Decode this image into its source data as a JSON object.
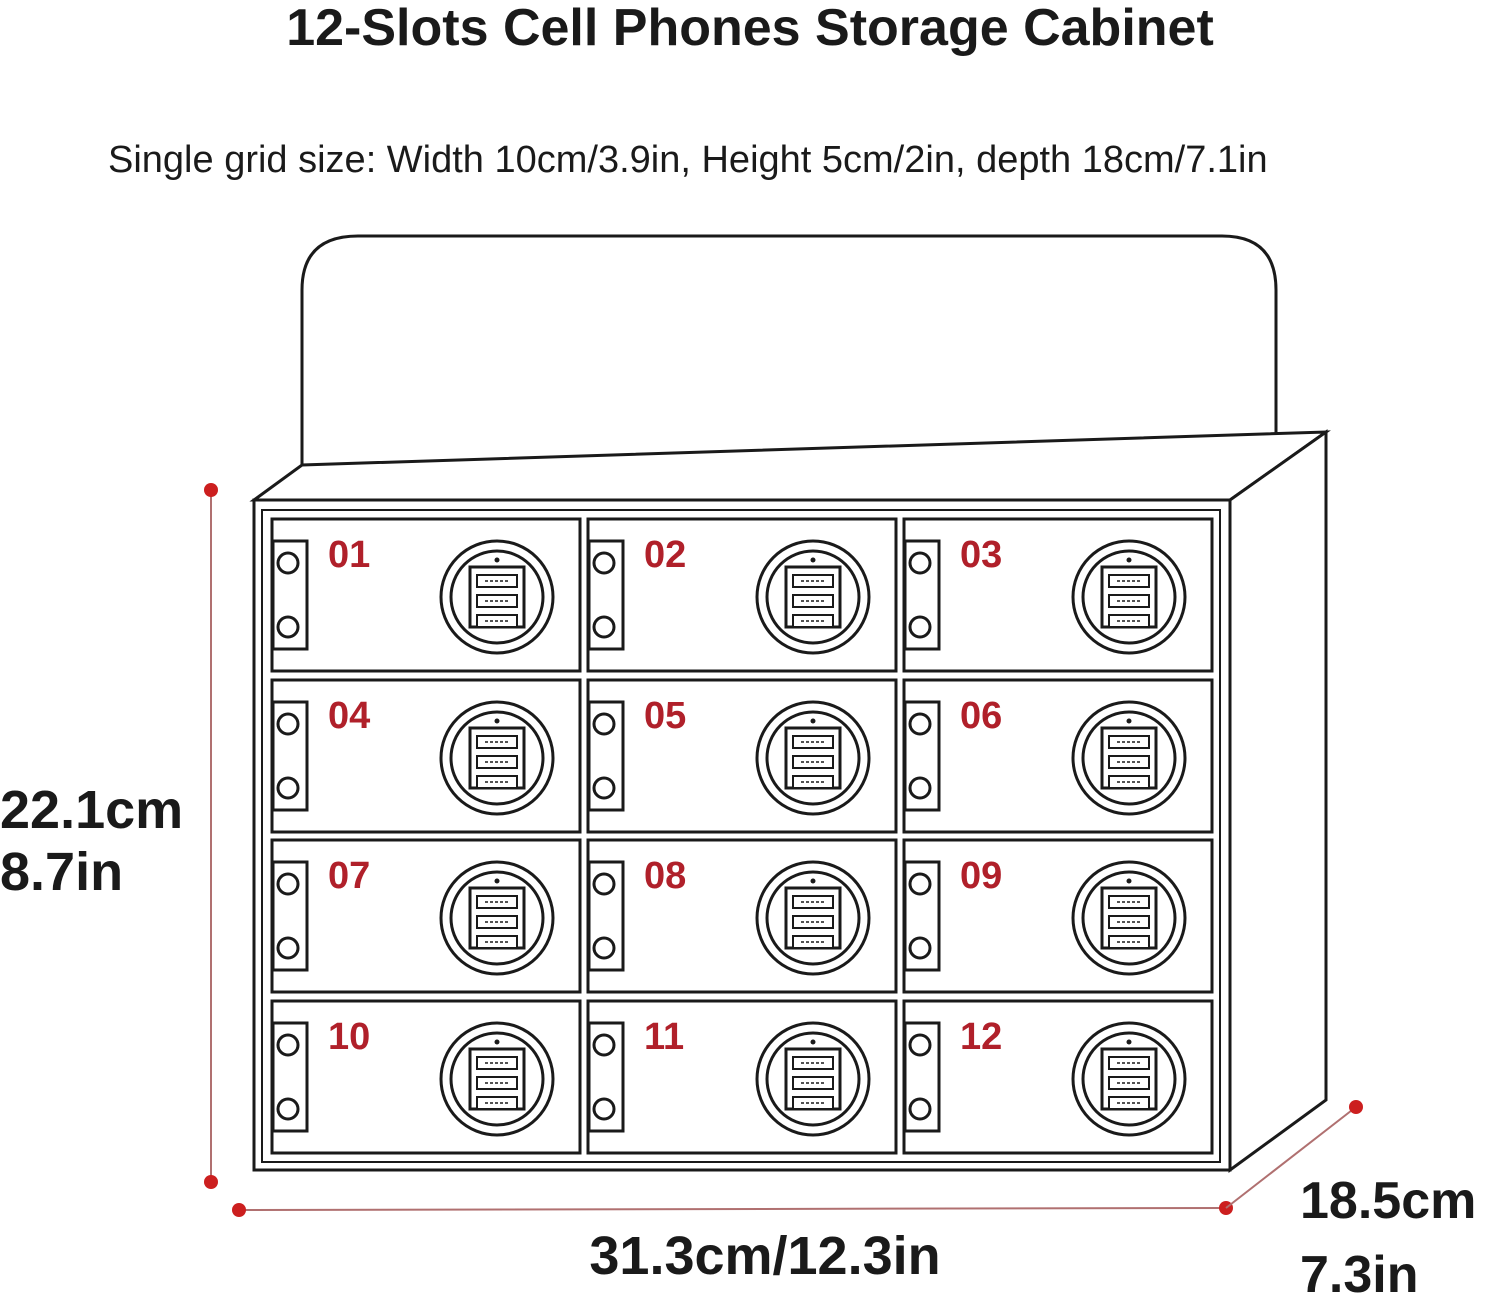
{
  "title": "12-Slots Cell Phones Storage Cabinet",
  "subtitle": "Single grid size: Width 10cm/3.9in, Height 5cm/2in, depth 18cm/7.1in",
  "dimensions": {
    "height_cm": "22.1cm",
    "height_in": "8.7in",
    "width": "31.3cm/12.3in",
    "depth_cm": "18.5cm",
    "depth_in": "7.3in"
  },
  "slots": [
    "01",
    "02",
    "03",
    "04",
    "05",
    "06",
    "07",
    "08",
    "09",
    "10",
    "11",
    "12"
  ],
  "colors": {
    "line": "#1a1a1a",
    "slot_number": "#b0202a",
    "dimension_marker": "#cc1f1f",
    "dimension_line": "#b07070"
  }
}
